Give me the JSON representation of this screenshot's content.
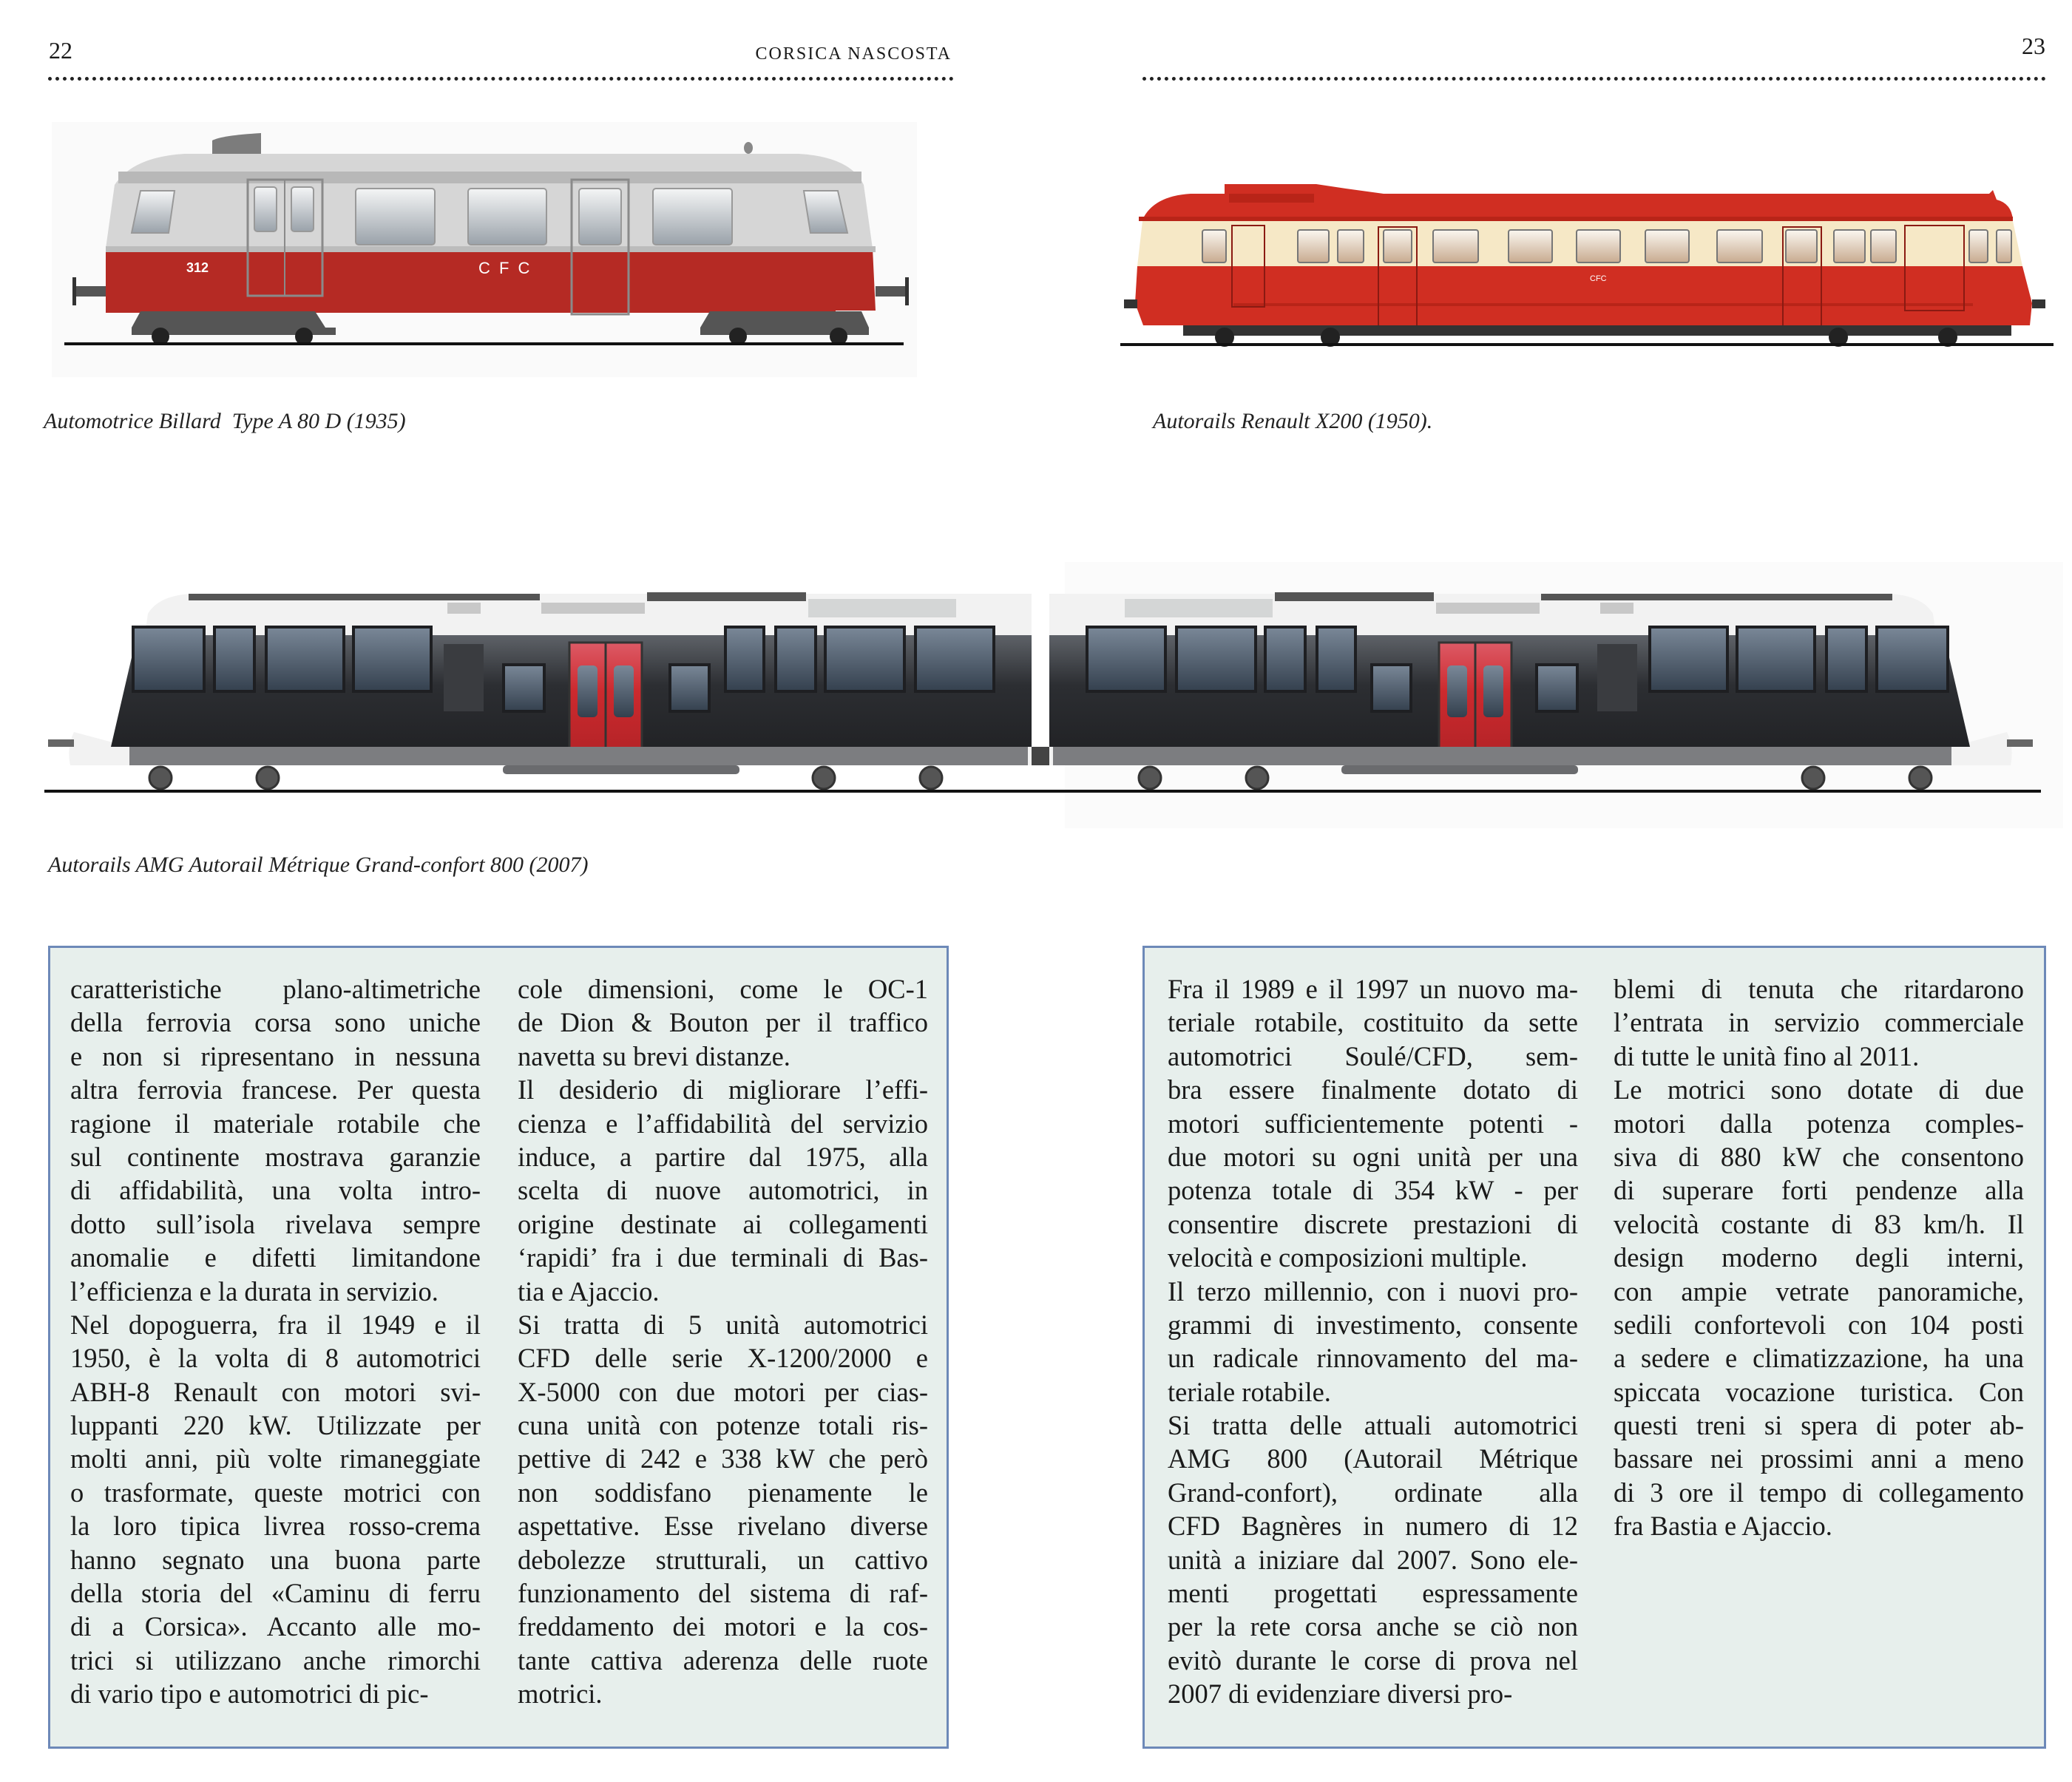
{
  "header": {
    "page_left": "22",
    "running_title": "CORSICA NASCOSTA",
    "page_right": "23"
  },
  "figures": [
    {
      "caption": "Automotrice Billard  Type A 80 D (1935)",
      "number_label": "312",
      "livery_label": "C F C",
      "colors": {
        "body": "#b52a24",
        "roof": "#d6d6d6"
      }
    },
    {
      "caption": "Autorails Renault X200 (1950).",
      "livery_label": "CFC",
      "colors": {
        "body": "#d02e22",
        "band": "#f6e8c6"
      }
    },
    {
      "caption": "Autorails AMG Autorail Métrique Grand-confort 800 (2007)",
      "colors": {
        "body": "#2a2c30",
        "door": "#cc2a2e",
        "roof": "#f2f2f2"
      }
    }
  ],
  "text_boxes": [
    {
      "columns": [
        [
          [
            "caratteristiche plano-altimetriche",
            "della ferrovia corsa sono uniche",
            "e non si ripresentano in nessuna",
            "altra ferrovia francese. Per questa",
            "ragione il materiale rotabile che",
            "sul continente mostrava garanzie",
            "di affidabilità, una volta intro-",
            "dotto sull’isola rivelava sempre",
            "anomalie e difetti limitandone",
            "l’efficienza e la durata in servizio."
          ],
          [
            "Nel dopoguerra, fra il 1949 e il",
            "1950, è la volta di 8 automotrici",
            "ABH-8 Renault con motori svi-",
            "luppanti 220 kW. Utilizzate per",
            "molti anni, più volte rimaneggiate",
            "o trasformate, queste motrici con",
            "la loro tipica livrea rosso-crema",
            "hanno segnato una buona parte",
            "della storia del «Caminu di ferru",
            "di a Corsica». Accanto alle mo-",
            "trici si utilizzano anche rimorchi",
            "di vario tipo e automotrici di pic-"
          ]
        ],
        [
          [
            "cole dimensioni, come le OC-1",
            "de Dion & Bouton per il traffico",
            "navetta su brevi distanze."
          ],
          [
            "Il desiderio di migliorare l’effi-",
            "cienza e l’affidabilità del servizio",
            "induce, a partire dal 1975, alla",
            "scelta di nuove automotrici, in",
            "origine destinate ai collegamenti",
            "‘rapidi’ fra i due terminali di Bas-",
            "tia e Ajaccio."
          ],
          [
            "Si tratta di 5 unità automotrici",
            "CFD delle serie X-1200/2000 e",
            "X-5000 con due motori per cias-",
            "cuna unità con potenze totali ris-",
            "pettive di 242 e 338 kW che però",
            "non soddisfano pienamente le",
            "aspettative. Esse rivelano diverse",
            "debolezze strutturali, un cattivo",
            "funzionamento del sistema di raf-",
            "freddamento dei motori e la cos-",
            "tante cattiva aderenza delle ruote",
            "motrici."
          ]
        ]
      ]
    },
    {
      "columns": [
        [
          [
            "Fra il 1989 e il 1997 un nuovo ma-",
            "teriale rotabile, costituito da sette",
            "automotrici Soulé/CFD, sem-",
            "bra essere finalmente dotato di",
            "motori sufficientemente potenti -",
            "due motori su ogni unità per una",
            "potenza totale di 354 kW - per",
            "consentire discrete prestazioni di",
            "velocità e composizioni multiple."
          ],
          [
            "Il terzo millennio, con i nuovi pro-",
            "grammi di investimento, consente",
            "un radicale rinnovamento del ma-",
            "teriale rotabile."
          ],
          [
            "Si tratta delle attuali automotrici",
            "AMG 800 (Autorail Métrique",
            "Grand-confort), ordinate alla",
            "CFD Bagnères in numero di 12",
            "unità a iniziare dal 2007. Sono ele-",
            "menti progettati espressamente",
            "per la rete corsa anche se ciò non",
            "evitò durante le corse di prova nel",
            "2007 di evidenziare diversi pro-"
          ]
        ],
        [
          [
            "blemi di tenuta che ritardarono",
            "l’entrata in servizio commerciale",
            "di tutte le unità fino al 2011."
          ],
          [
            "Le motrici sono dotate di due",
            "motori dalla potenza comples-",
            "siva di 880 kW che consentono",
            "di superare forti pendenze alla",
            "velocità costante di 83 km/h. Il",
            "design moderno degli interni,",
            "con ampie vetrate panoramiche,",
            "sedili confortevoli con 104 posti",
            "a sedere e climatizzazione, ha una",
            "spiccata vocazione turistica. Con",
            "questi treni si spera di poter ab-",
            "bassare nei prossimi anni a meno",
            "di 3 ore il tempo di collegamento",
            "fra Bastia e Ajaccio."
          ]
        ]
      ]
    }
  ]
}
